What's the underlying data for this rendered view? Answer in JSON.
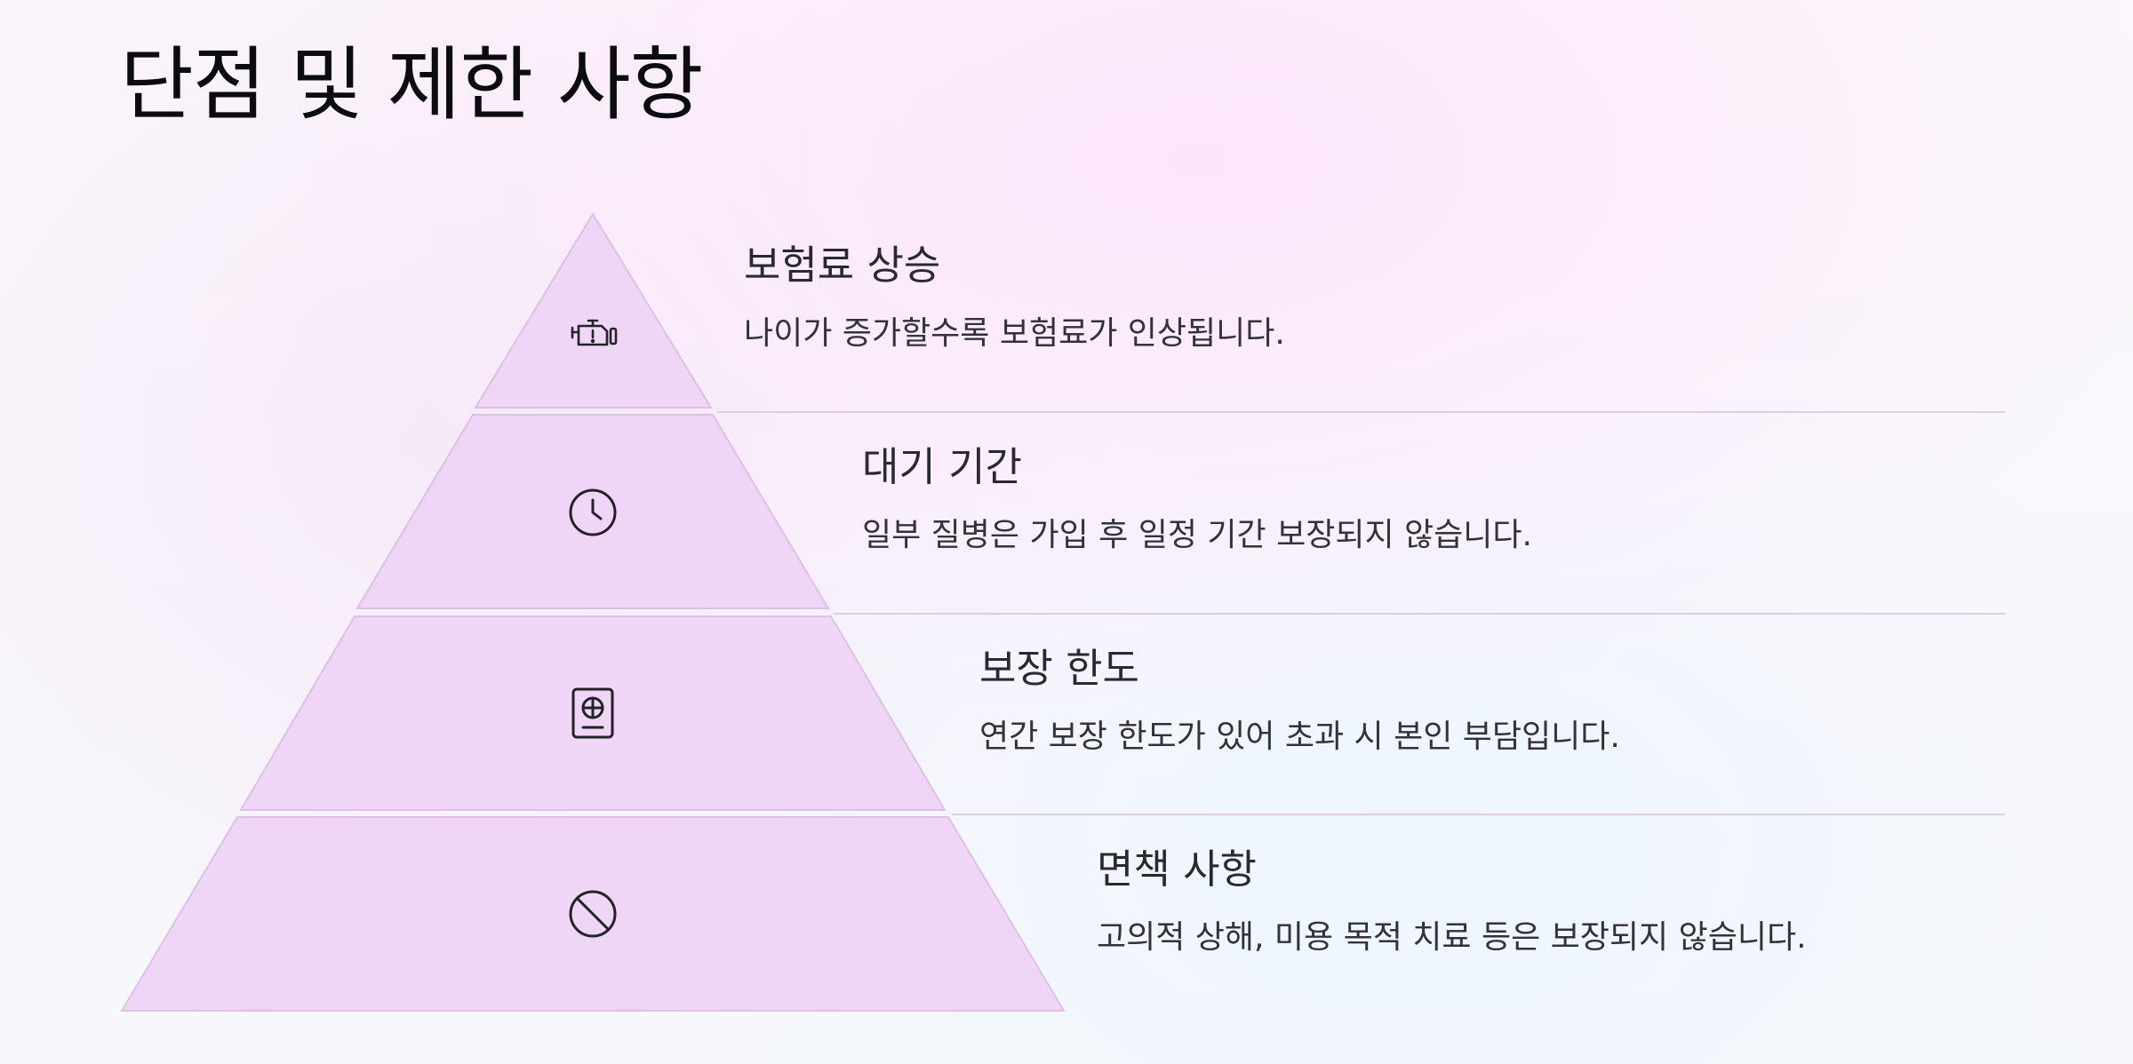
{
  "page": {
    "title": "단점 및 제한 사항"
  },
  "colors": {
    "tier_fill": "#f0d6f6",
    "tier_stroke": "#dcc0e6",
    "divider": "#dccfe3",
    "icon_stroke": "#222228"
  },
  "tiers": [
    {
      "title": "보험료 상승",
      "description": "나이가 증가할수록 보험료가 인상됩니다.",
      "icon": "engine-warning-icon"
    },
    {
      "title": "대기 기간",
      "description": "일부 질병은 가입 후 일정 기간 보장되지 않습니다.",
      "icon": "clock-icon"
    },
    {
      "title": "보장 한도",
      "description": "연간 보장 한도가 있어 초과 시 본인 부담입니다.",
      "icon": "passport-icon"
    },
    {
      "title": "면책 사항",
      "description": "고의적 상해, 미용 목적 치료 등은 보장되지 않습니다.",
      "icon": "prohibited-icon"
    }
  ]
}
